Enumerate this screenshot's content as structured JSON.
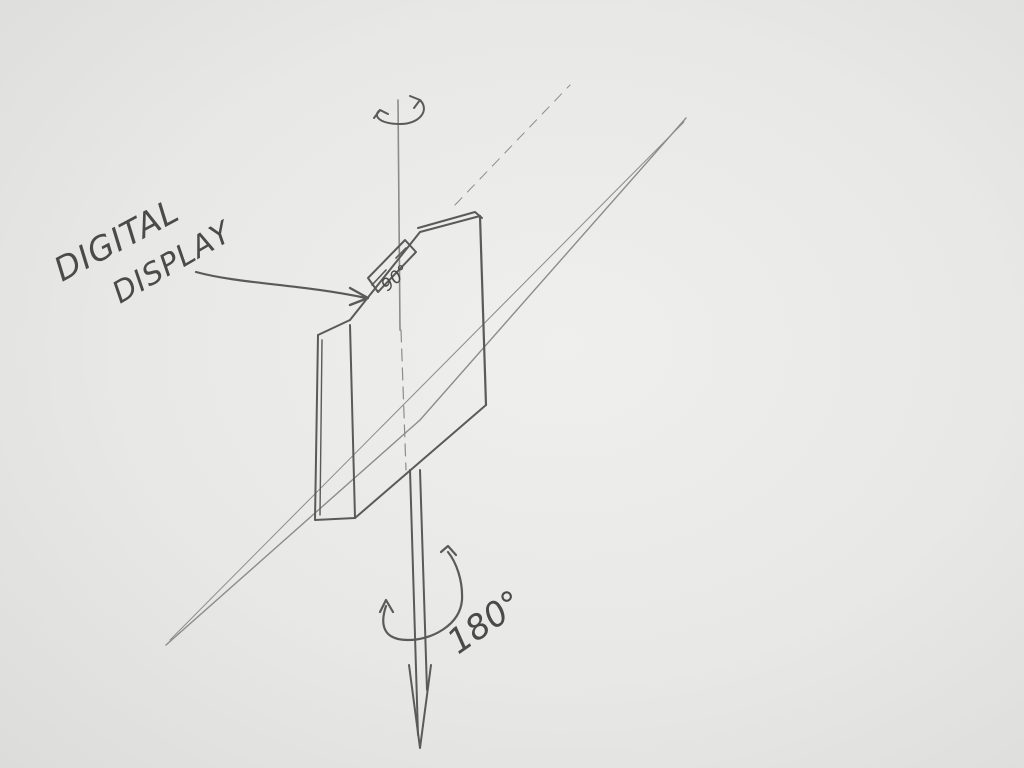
{
  "labels": {
    "callout_line1": "DIGITAL",
    "callout_line2": "DISPLAY",
    "display_value": "90°",
    "rotation_angle": "180°"
  },
  "colors": {
    "paper": "#ebebe9",
    "pencil": "#5a5a5a"
  },
  "icons": {
    "top_rotation": "curved-arrow-icon",
    "bottom_rotation": "curved-arrow-icon",
    "callout": "arrow-icon"
  }
}
